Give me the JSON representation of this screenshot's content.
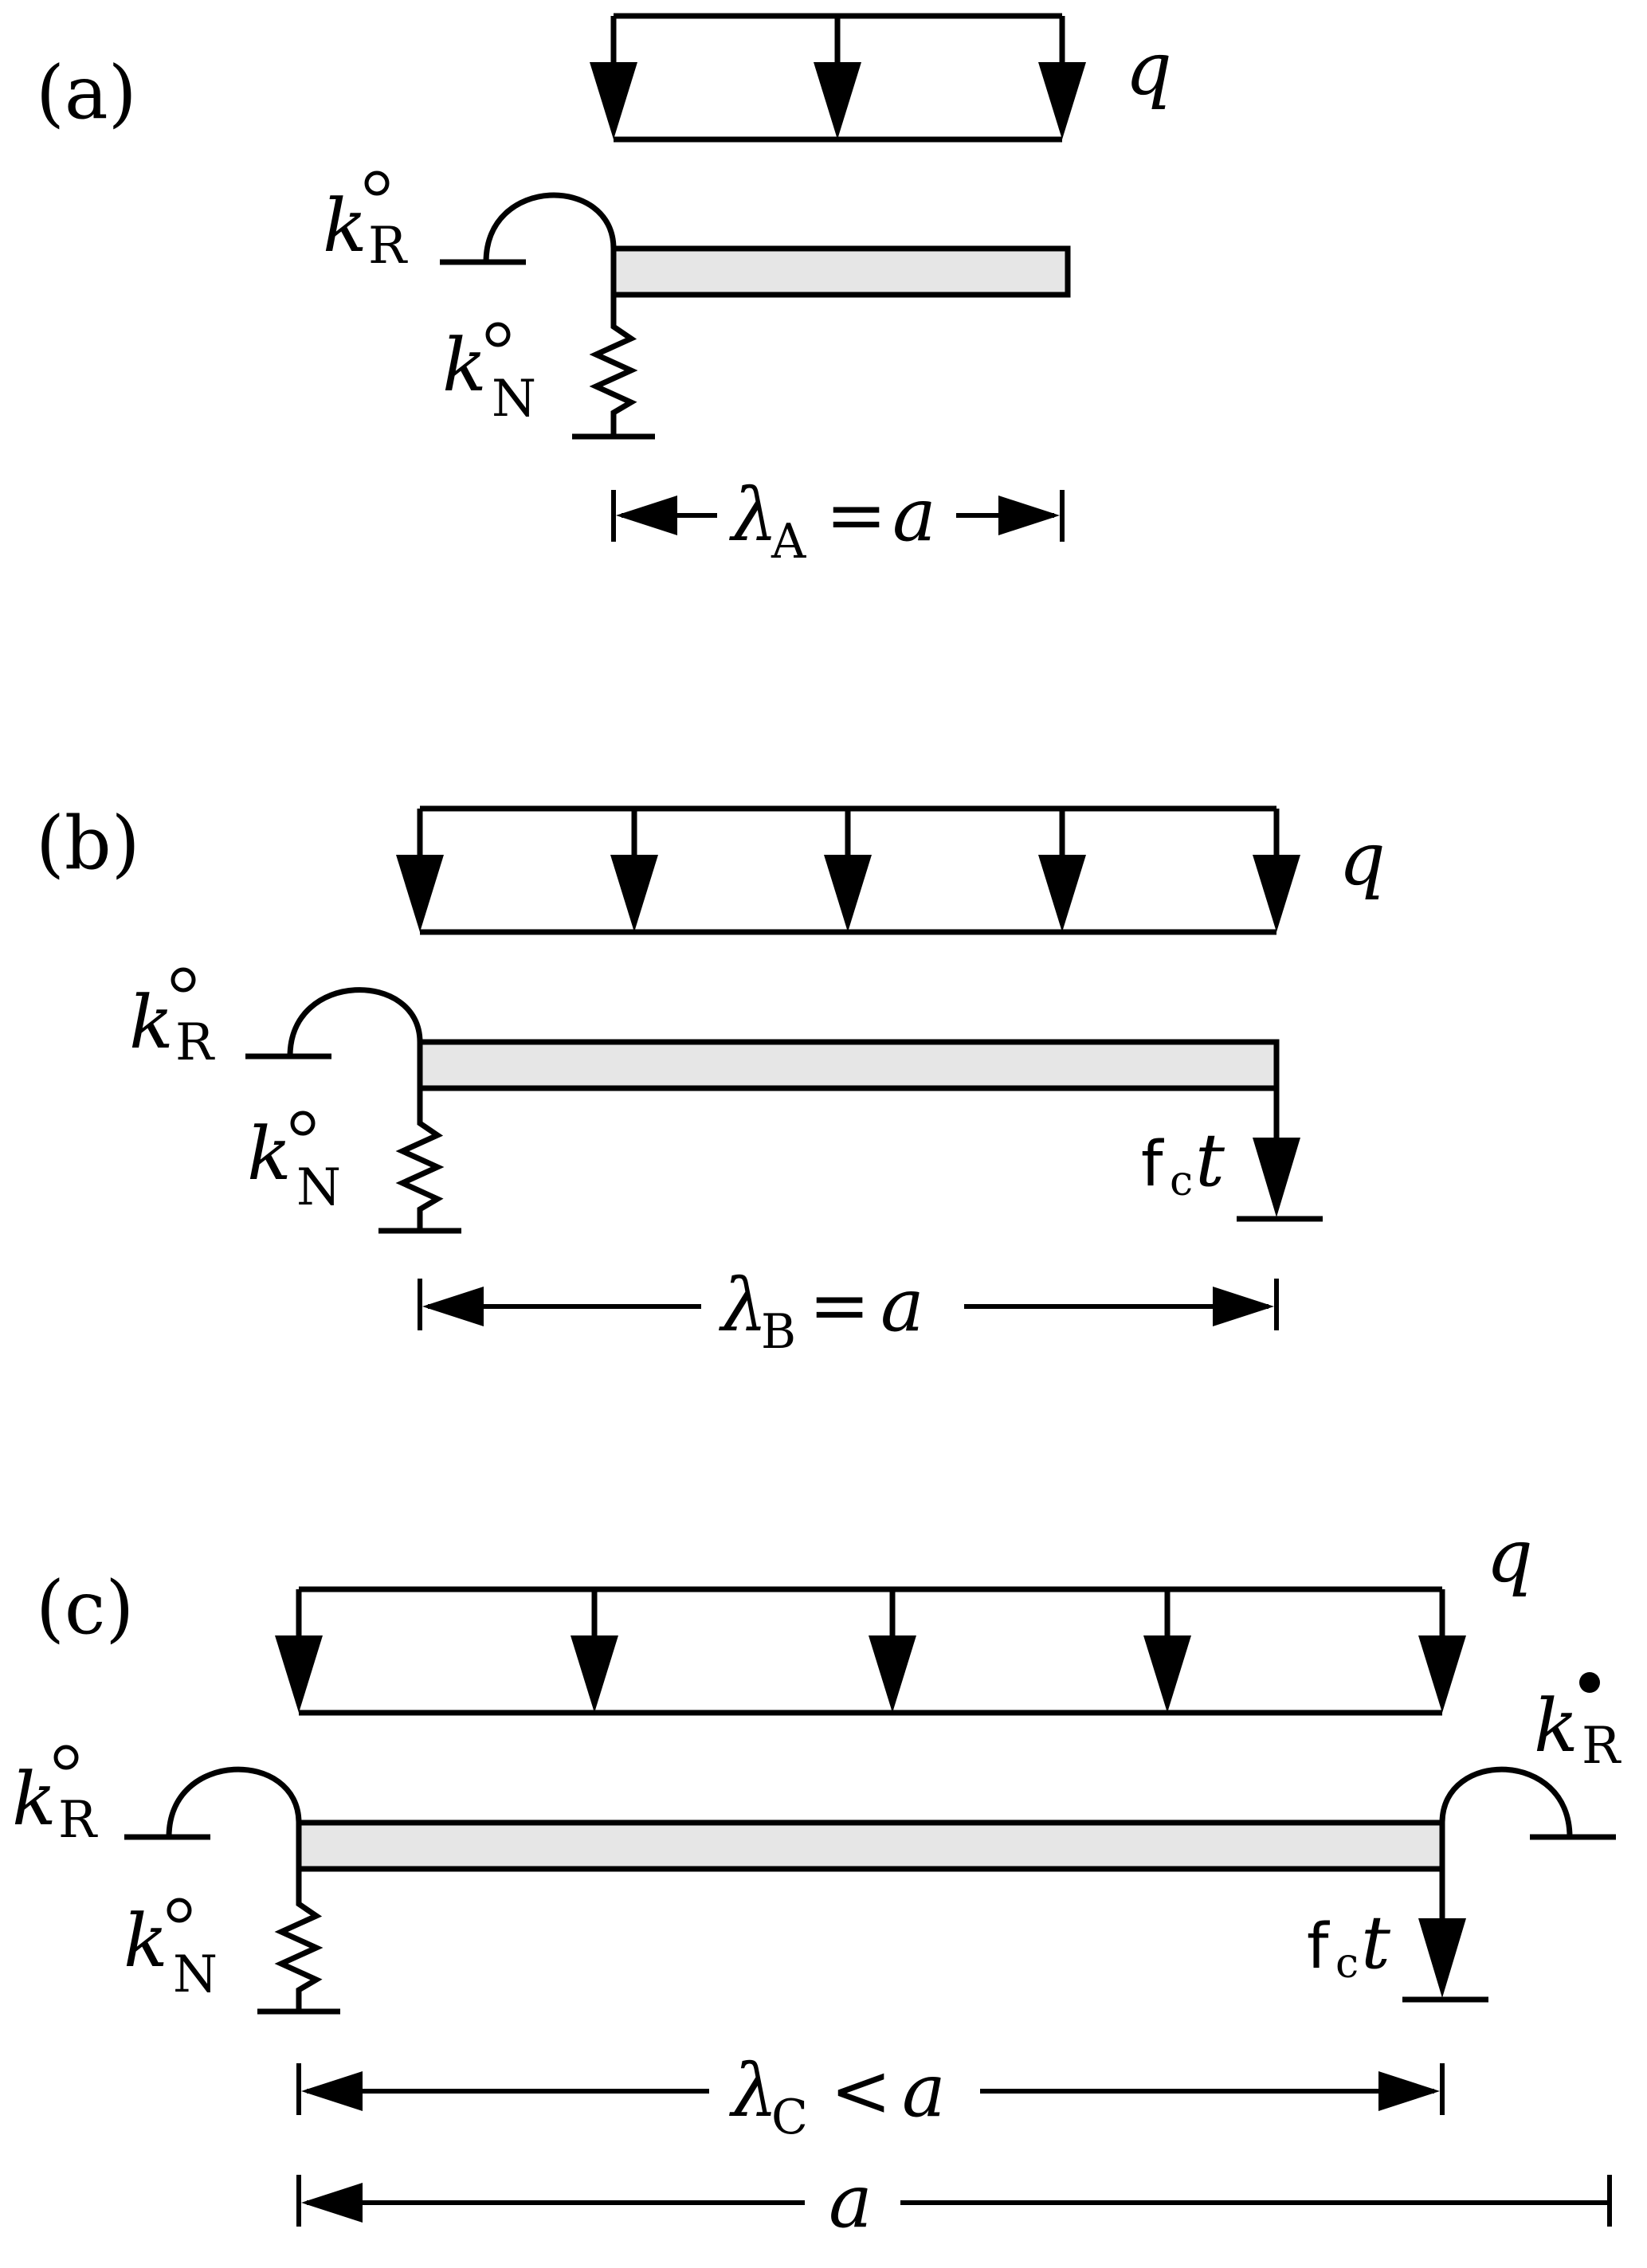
{
  "colors": {
    "beam_fill": "#e6e6e6",
    "ink": "#000000"
  },
  "panels": [
    {
      "label": "(a)",
      "load": "q",
      "rot_spring": {
        "base": "k",
        "sub": "R",
        "mark": "open-circle"
      },
      "axial_spring": {
        "base": "k",
        "sub": "N",
        "mark": "open-circle"
      },
      "dim": {
        "sym": "λ",
        "sub": "A",
        "rel": "=",
        "rhs": "a"
      }
    },
    {
      "label": "(b)",
      "load": "q",
      "rot_spring": {
        "base": "k",
        "sub": "R",
        "mark": "open-circle"
      },
      "axial_spring": {
        "base": "k",
        "sub": "N",
        "mark": "open-circle"
      },
      "end_force": {
        "f": "f",
        "sub": "c",
        "t": "t"
      },
      "dim": {
        "sym": "λ",
        "sub": "B",
        "rel": "=",
        "rhs": "a"
      }
    },
    {
      "label": "(c)",
      "load": "q",
      "rot_spring": {
        "base": "k",
        "sub": "R",
        "mark": "open-circle"
      },
      "axial_spring": {
        "base": "k",
        "sub": "N",
        "mark": "open-circle"
      },
      "right_rot_spring": {
        "base": "k",
        "sub": "R",
        "mark": "filled-dot"
      },
      "end_force": {
        "f": "f",
        "sub": "c",
        "t": "t"
      },
      "dim": {
        "sym": "λ",
        "sub": "C",
        "rel": "<",
        "rhs": "a"
      },
      "dim_total": {
        "rhs": "a"
      }
    }
  ]
}
